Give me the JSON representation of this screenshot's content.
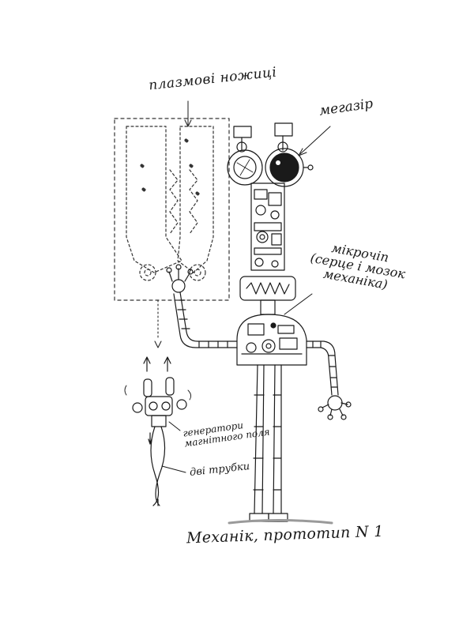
{
  "labels": {
    "plasma_scissors": "плазмові ножиці",
    "megazir": "мегазір",
    "microchip_line1": "мікрочіп",
    "microchip_line2": "(серце і мозок",
    "microchip_line3": "механіка)",
    "generators_line1": "генератори",
    "generators_line2": "магнітного поля",
    "two_tubes": "дві трубки",
    "title": "Механік, прототип N 1"
  },
  "colors": {
    "ink": "#1a1a1a",
    "paper": "#ffffff",
    "shade": "#9a9a9a"
  }
}
